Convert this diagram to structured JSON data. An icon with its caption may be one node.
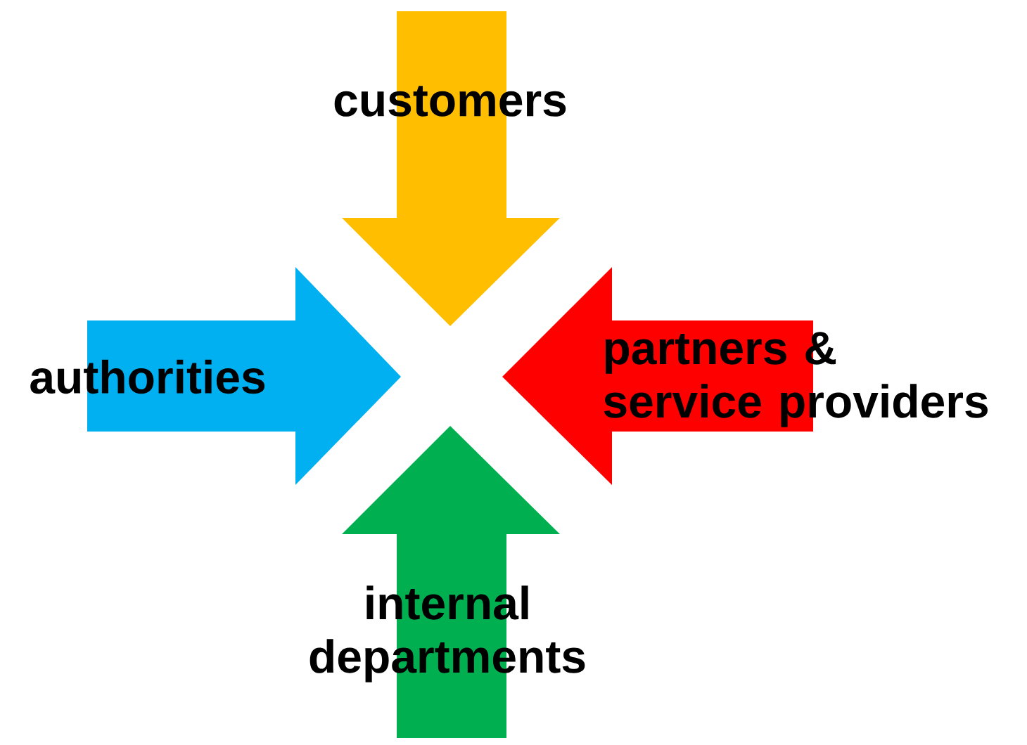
{
  "diagram": {
    "nodes": [
      {
        "text": [
          "customers"
        ]
      },
      {
        "text": [
          "authorities"
        ]
      },
      {
        "text": [
          "partners & service providers"
        ]
      },
      {
        "text": [
          "internal departments"
        ]
      }
    ]
  }
}
